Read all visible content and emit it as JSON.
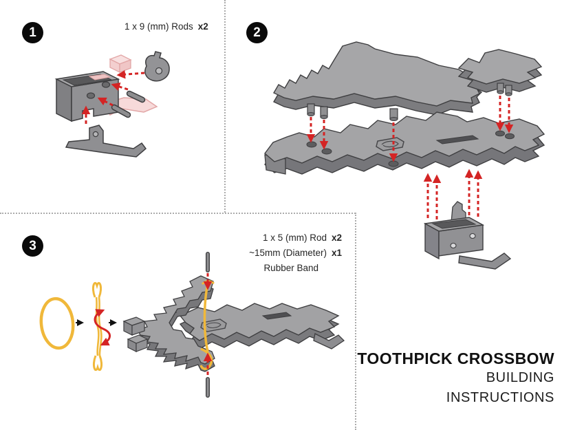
{
  "sheet": {
    "title": {
      "line1": "TOOTHPICK CROSSBOW",
      "line2": "BUILDING",
      "line3": "INSTRUCTIONS"
    }
  },
  "step1": {
    "number": "1",
    "parts_label": "1 x 9 (mm) Rods",
    "parts_qty": "x2"
  },
  "step2": {
    "number": "2"
  },
  "step3": {
    "number": "3",
    "rod_label": "1 x 5 (mm) Rod",
    "rod_qty": "x2",
    "band_label": "~15mm (Diameter)",
    "band_qty": "x1",
    "band_label_2": "Rubber Band"
  },
  "colors": {
    "accent_red": "#d42424",
    "rubber_band_yellow": "#f0b83a",
    "part_gray_top": "#a6a6a8",
    "part_gray_front": "#8f8f92",
    "part_gray_shade": "#77777a",
    "ghost_pink": "#f7dada",
    "ghost_pink_stroke": "#e2a6a6",
    "outline": "#3e3e40",
    "divider_gray": "#ababab",
    "text_black": "#1a1a1a"
  }
}
